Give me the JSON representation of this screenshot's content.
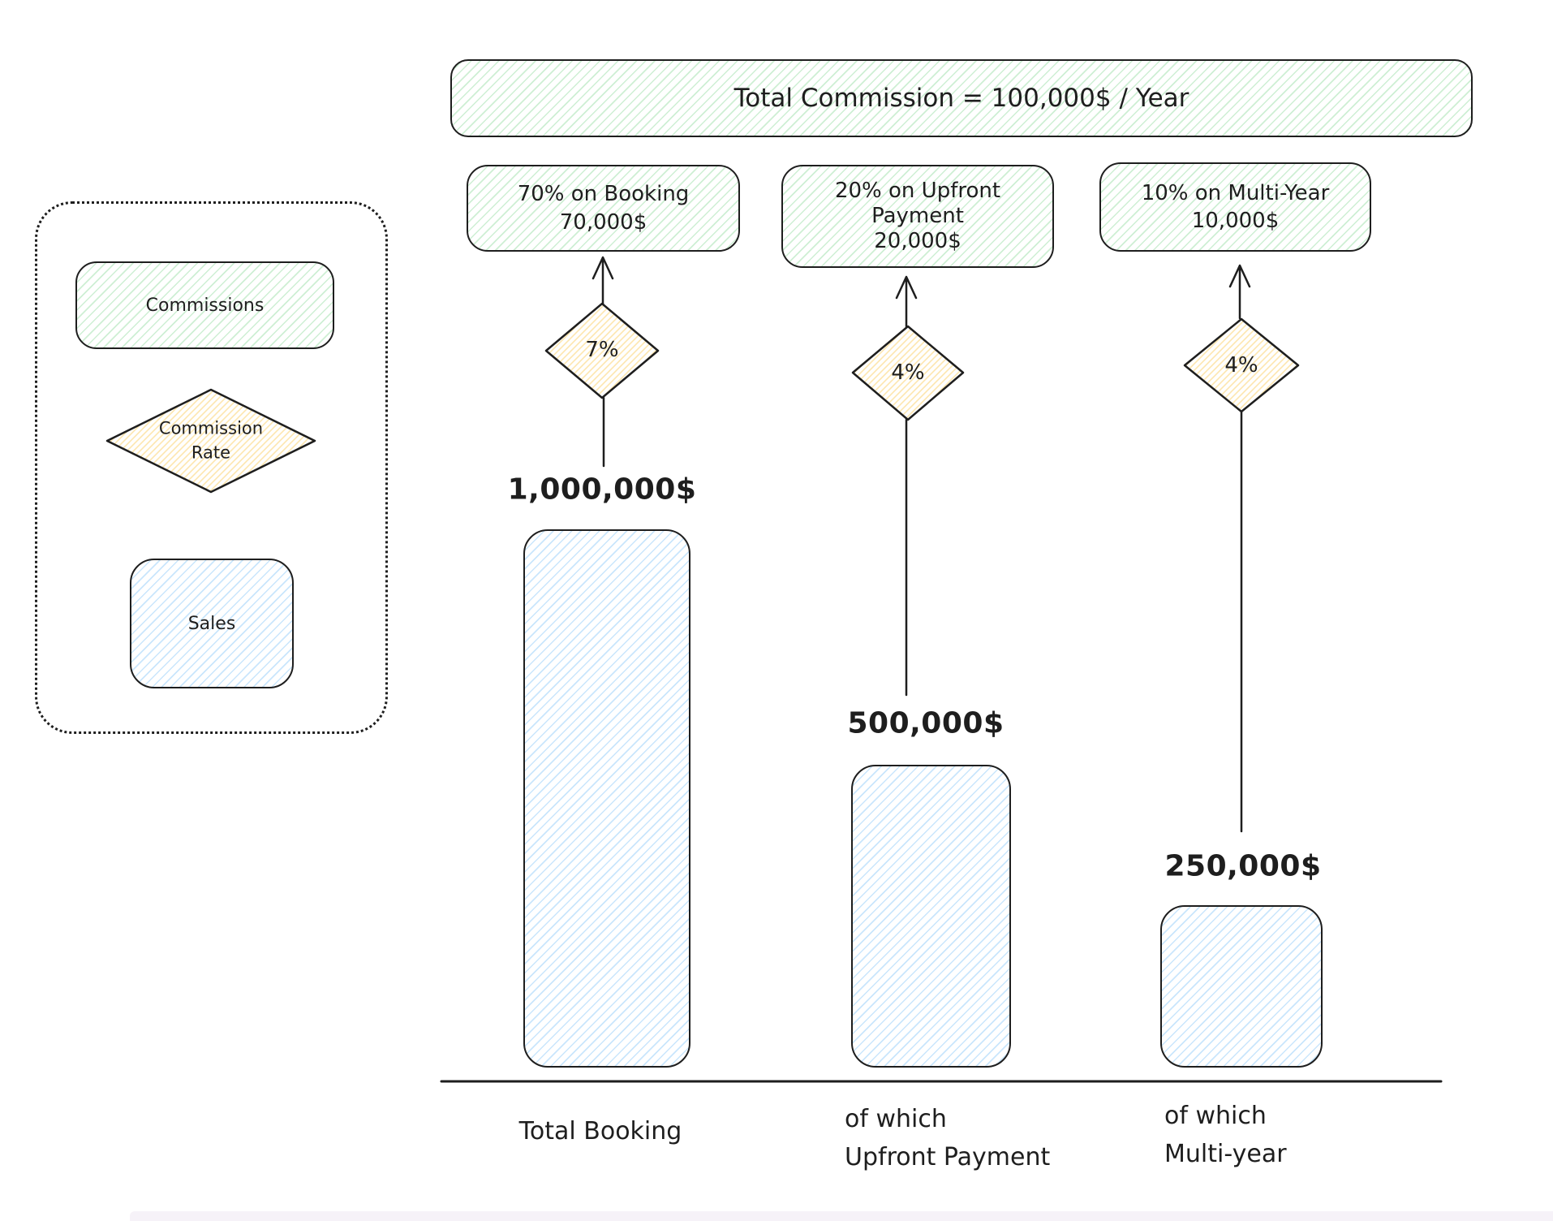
{
  "banner": {
    "label": "Total Commission = 100,000$ / Year"
  },
  "legend": {
    "commissions": "Commissions",
    "rate_line1": "Commission",
    "rate_line2": "Rate",
    "sales": "Sales"
  },
  "columns": [
    {
      "commission_lines": [
        "70% on Booking",
        "70,000$"
      ],
      "rate": "7%",
      "sales_value": "1,000,000$",
      "axis_lines": [
        "Total Booking"
      ]
    },
    {
      "commission_lines": [
        "20% on Upfront",
        "Payment",
        "20,000$"
      ],
      "rate": "4%",
      "sales_value": "500,000$",
      "axis_lines": [
        "of which",
        "Upfront Payment"
      ]
    },
    {
      "commission_lines": [
        "10% on Multi-Year",
        "10,000$"
      ],
      "rate": "4%",
      "sales_value": "250,000$",
      "axis_lines": [
        "of which",
        "Multi-year"
      ]
    }
  ],
  "colors": {
    "stroke": "#1e1e1e",
    "commission_green": "#40c057",
    "rate_yellow": "#fab005",
    "sales_blue": "#4dabf7",
    "bottom_strip": "#f6f2f8"
  },
  "chart_data": {
    "type": "bar",
    "title": "Total Commission = 100,000$ / Year",
    "categories": [
      "Total Booking",
      "of which Upfront Payment",
      "of which Multi-year"
    ],
    "values": [
      1000000,
      500000,
      250000
    ],
    "series": [
      {
        "name": "Sales",
        "values": [
          1000000,
          500000,
          250000
        ]
      },
      {
        "name": "Commission Rate",
        "values": [
          "7%",
          "4%",
          "4%"
        ]
      },
      {
        "name": "Commissions",
        "values": [
          70000,
          20000,
          10000
        ]
      }
    ],
    "legend_position": "left",
    "grid": false
  }
}
